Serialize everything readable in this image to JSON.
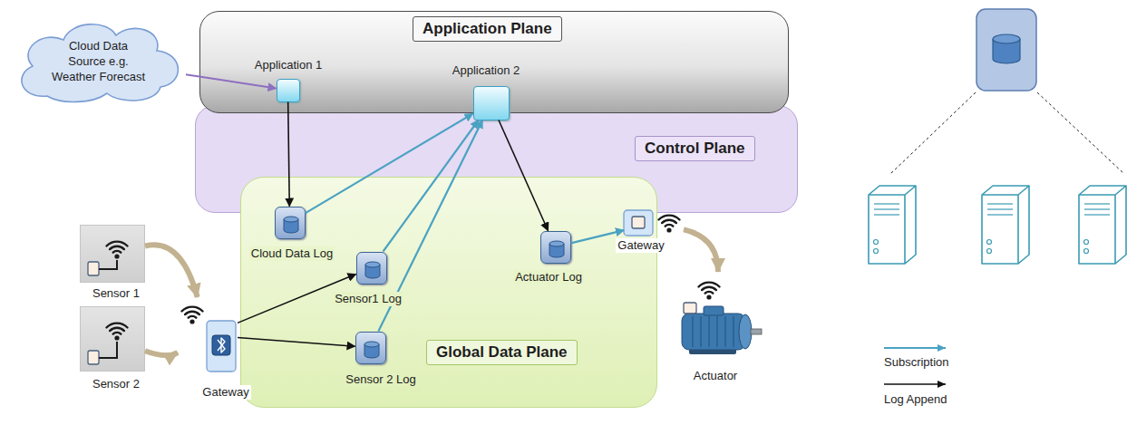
{
  "diagram": {
    "nodes": [
      {
        "text": [
          "Application Plane"
        ]
      },
      {
        "text": [
          "Control Plane"
        ]
      },
      {
        "text": [
          "Global Data Plane"
        ]
      },
      {
        "text": [
          "Cloud Data Source e.g. Weather Forecast"
        ]
      },
      {
        "text": [
          "Application 1"
        ],
        "in": 0
      },
      {
        "text": [
          "Application 2"
        ],
        "in": 0
      },
      {
        "text": [
          "Cloud Data Log"
        ],
        "in": 2
      },
      {
        "text": [
          "Sensor1 Log"
        ],
        "in": 2
      },
      {
        "text": [
          "Sensor 2 Log"
        ],
        "in": 2
      },
      {
        "text": [
          "Actuator Log"
        ],
        "in": 2
      },
      {
        "text": [
          "Gateway"
        ]
      },
      {
        "text": [
          "Gateway"
        ]
      },
      {
        "text": [
          "Sensor 1"
        ]
      },
      {
        "text": [
          "Sensor 2"
        ]
      },
      {
        "text": [
          "Actuator"
        ]
      }
    ],
    "edges": [
      {
        "from": 3,
        "to": 4,
        "arrow": "to"
      },
      {
        "from": 4,
        "to": 6,
        "arrow": "to"
      },
      {
        "from": 6,
        "to": 5,
        "arrow": "to"
      },
      {
        "from": 7,
        "to": 5,
        "arrow": "to"
      },
      {
        "from": 8,
        "to": 5,
        "arrow": "to"
      },
      {
        "from": 10,
        "to": 7,
        "arrow": "to"
      },
      {
        "from": 10,
        "to": 8,
        "arrow": "to"
      },
      {
        "from": 5,
        "to": 9,
        "arrow": "to"
      },
      {
        "from": 9,
        "to": 11,
        "arrow": "to"
      },
      {
        "from": 12,
        "to": 10,
        "arrow": "to"
      },
      {
        "from": 13,
        "to": 10,
        "arrow": "to"
      },
      {
        "from": 11,
        "to": 14,
        "arrow": "to"
      }
    ],
    "legend": [
      {
        "text": "Subscription"
      },
      {
        "text": "Log Append"
      }
    ]
  }
}
